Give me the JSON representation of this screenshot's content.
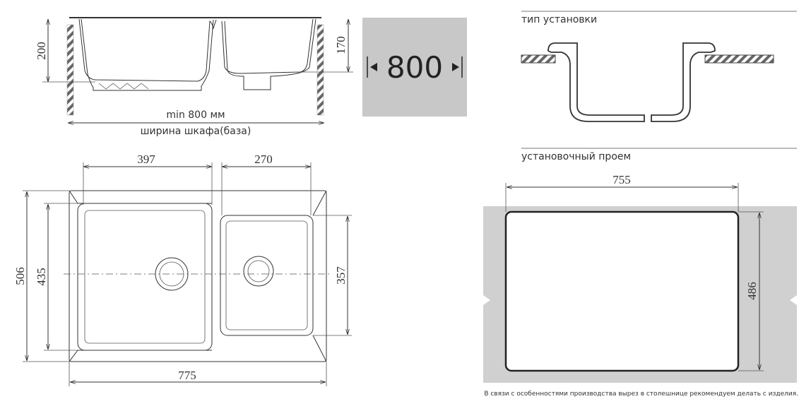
{
  "side_view": {
    "height_total": "200",
    "height_bowl": "170",
    "min_width": "min 800 мм",
    "cabinet_label": "ширина шкафа(база)"
  },
  "cabinet_badge": {
    "value": "800",
    "color": "#c8c8c8"
  },
  "top_view": {
    "bowl_left_width": "397",
    "bowl_right_width": "270",
    "overall_depth": "506",
    "bowl_left_depth": "435",
    "bowl_right_depth": "357",
    "overall_width": "775"
  },
  "install_type": {
    "title": "тип установки"
  },
  "cutout": {
    "title": "установочный проем",
    "width": "755",
    "depth": "486",
    "countertop_color": "#d0d0d0"
  },
  "footnote": "В связи с особенностями производства вырез в столешнице рекомендуем делать с изделия."
}
